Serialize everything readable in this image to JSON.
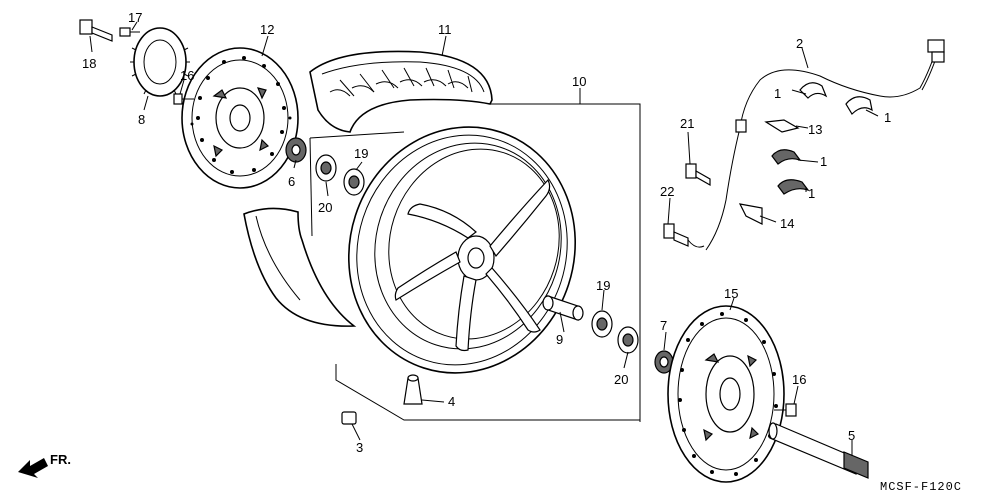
{
  "callouts": [
    "1",
    "1",
    "1",
    "1",
    "2",
    "3",
    "4",
    "5",
    "6",
    "7",
    "8",
    "9",
    "10",
    "11",
    "12",
    "13",
    "14",
    "15",
    "16",
    "16",
    "17",
    "18",
    "19",
    "19",
    "20",
    "20",
    "21",
    "22"
  ],
  "footer": {
    "direction_label": "FR.",
    "figure_code": "MCSF-F120C"
  }
}
